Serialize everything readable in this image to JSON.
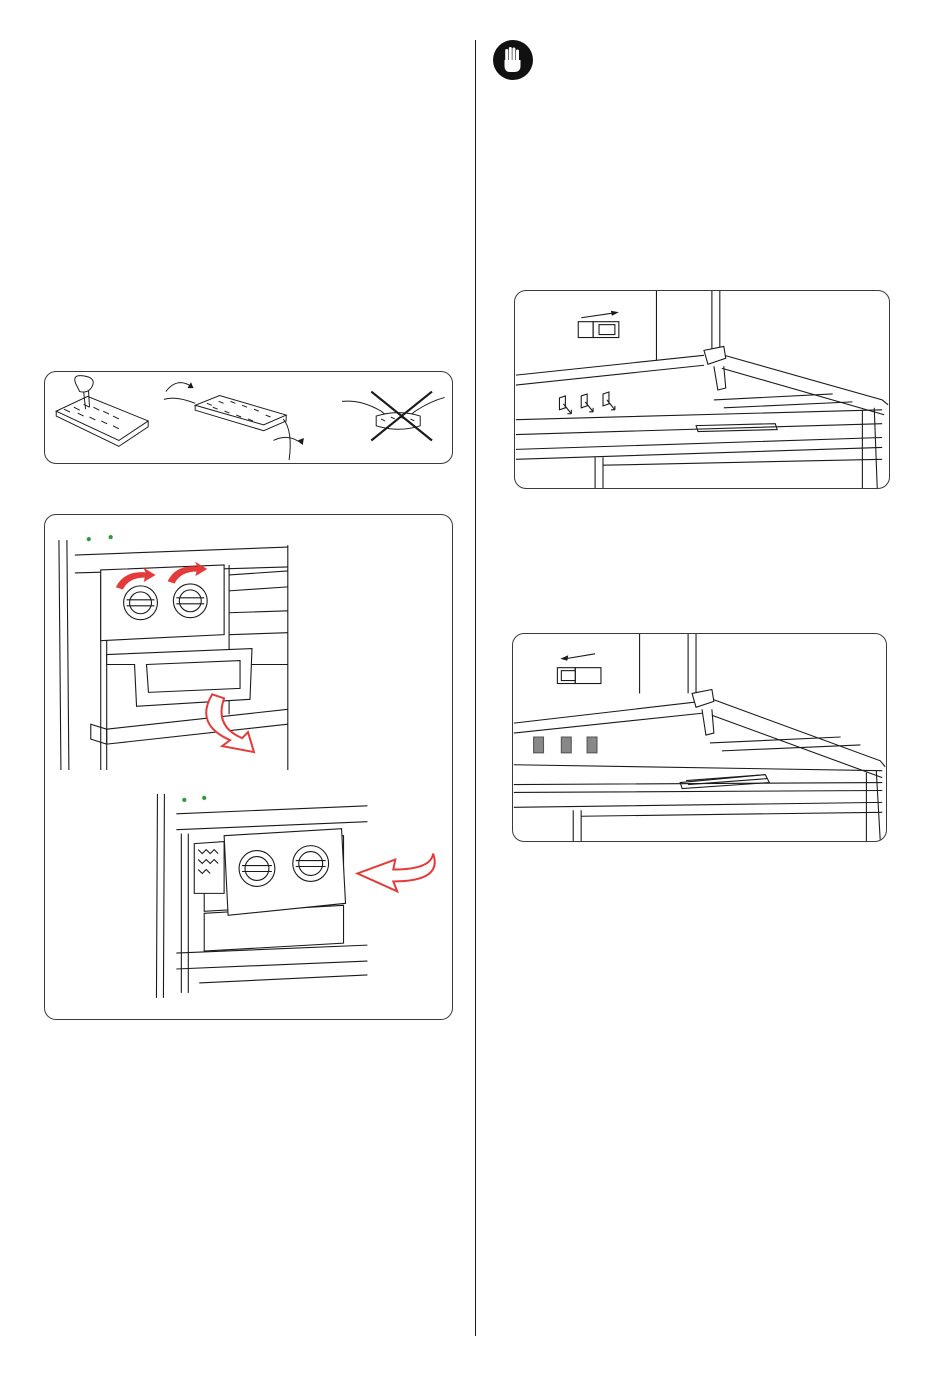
{
  "page": {
    "background": "#ffffff",
    "line_color": "#1a1a1a",
    "accent_red": "#e53a3a",
    "indicator_green": "#2e9a3a"
  },
  "icons": {
    "warning": "stop-hand-icon",
    "move_right": "arrow-right-icon",
    "move_left": "arrow-left-icon",
    "not_allowed": "cross-icon"
  },
  "figures": {
    "ice_tray": {
      "steps": [
        "fill-tray-with-water",
        "twist-tray-to-release",
        "do-not-bend-tray"
      ]
    },
    "ice_box": {
      "steps": [
        "remove-ice-box",
        "insert-ice-box"
      ]
    },
    "shelf_switch": {
      "positions": [
        "right",
        "left"
      ]
    }
  }
}
